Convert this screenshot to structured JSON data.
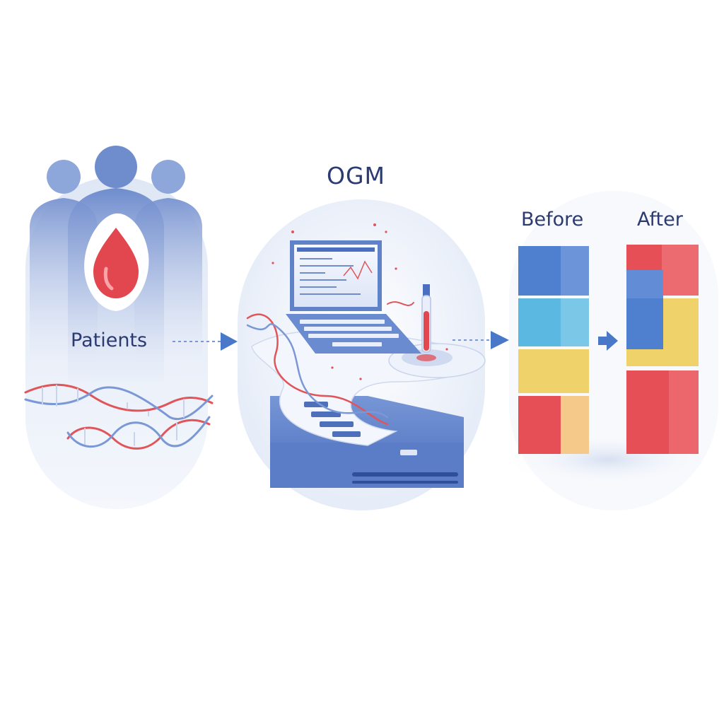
{
  "labels": {
    "patients": "Patients",
    "ogm": "OGM",
    "before": "Before",
    "after": "After"
  },
  "colors": {
    "panel_blue": "#e4ebf7",
    "people_blue": "#8aa3d6",
    "drop_red": "#e2464e",
    "arrow_blue": "#4a78c8",
    "device_blue": "#5f82c9",
    "dna_red": "#e0555a",
    "dna_blue": "#7b98d6",
    "block_blue": "#4f7fcf",
    "block_cyan": "#5bb8e0",
    "block_yellow": "#f0d26a",
    "block_red": "#e54f55",
    "block_peach": "#f5c98a",
    "text_navy": "#2b3a70"
  },
  "icons": [
    "people-group-icon",
    "blood-drop-icon",
    "dna-strand-icon",
    "laptop-icon",
    "test-tube-icon",
    "instrument-icon",
    "arrow-right-icon"
  ]
}
